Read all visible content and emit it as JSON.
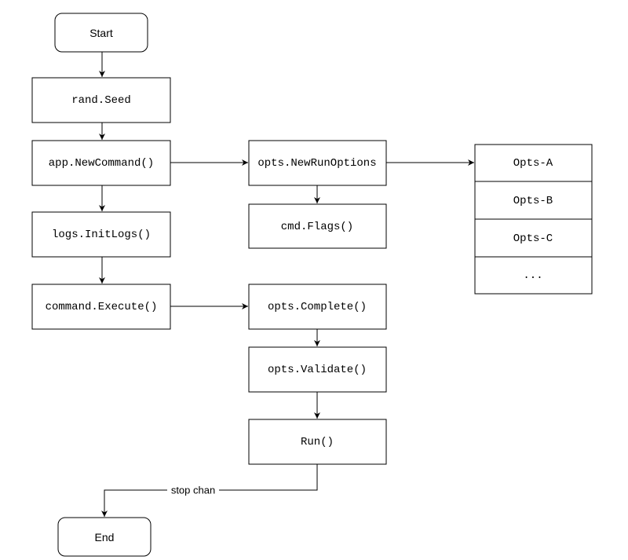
{
  "diagram": {
    "nodes": {
      "start": "Start",
      "rand_seed": "rand.Seed",
      "app_new_command": "app.NewCommand()",
      "logs_init_logs": "logs.InitLogs()",
      "command_execute": "command.Execute()",
      "opts_new_run_options": "opts.NewRunOptions",
      "cmd_flags": "cmd.Flags()",
      "opts_complete": "opts.Complete()",
      "opts_validate": "opts.Validate()",
      "run": "Run()",
      "end": "End"
    },
    "options_list": [
      "Opts-A",
      "Opts-B",
      "Opts-C",
      "..."
    ],
    "edge_labels": {
      "stop_chan": "stop chan"
    }
  }
}
